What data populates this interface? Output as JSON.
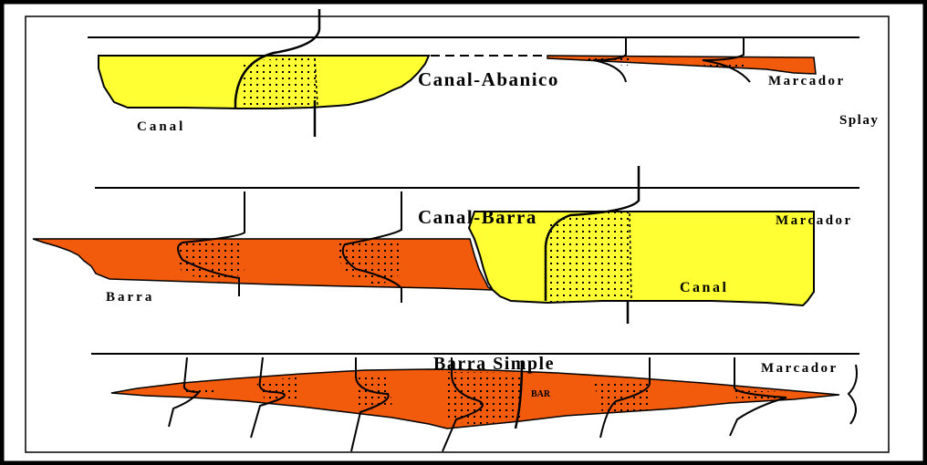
{
  "panels": {
    "top": {
      "title": "Canal-Abanico",
      "labels": {
        "left": "Canal",
        "marker": "Marcador",
        "right": "Splay"
      }
    },
    "middle": {
      "title": "Canal-Barra",
      "labels": {
        "left": "Barra",
        "marker": "Marcador",
        "right": "Canal"
      }
    },
    "bottom": {
      "title": "Barra Simple",
      "labels": {
        "marker": "Marcador",
        "inner": "BAR"
      }
    }
  },
  "colors": {
    "channel_fill": "#ffff33",
    "bar_fill": "#f25a0c",
    "ink": "#000000"
  }
}
